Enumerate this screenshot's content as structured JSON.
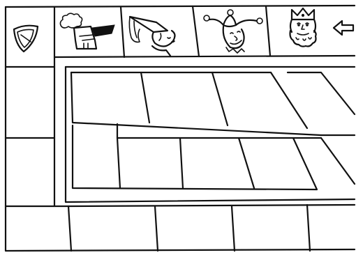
{
  "board": {
    "background_color": "#ffffff",
    "line_color": "#111111",
    "track_spaces": [
      {
        "id": "top-1",
        "kind": "character",
        "icon": "knight-icon"
      },
      {
        "id": "top-2",
        "kind": "character",
        "icon": "princess-icon"
      },
      {
        "id": "top-3",
        "kind": "character",
        "icon": "jester-icon"
      },
      {
        "id": "top-4",
        "kind": "character",
        "icon": "king-icon"
      }
    ],
    "corner_space": {
      "icon": "shield-icon"
    },
    "direction_marker": {
      "icon": "arrow-left-icon"
    }
  }
}
